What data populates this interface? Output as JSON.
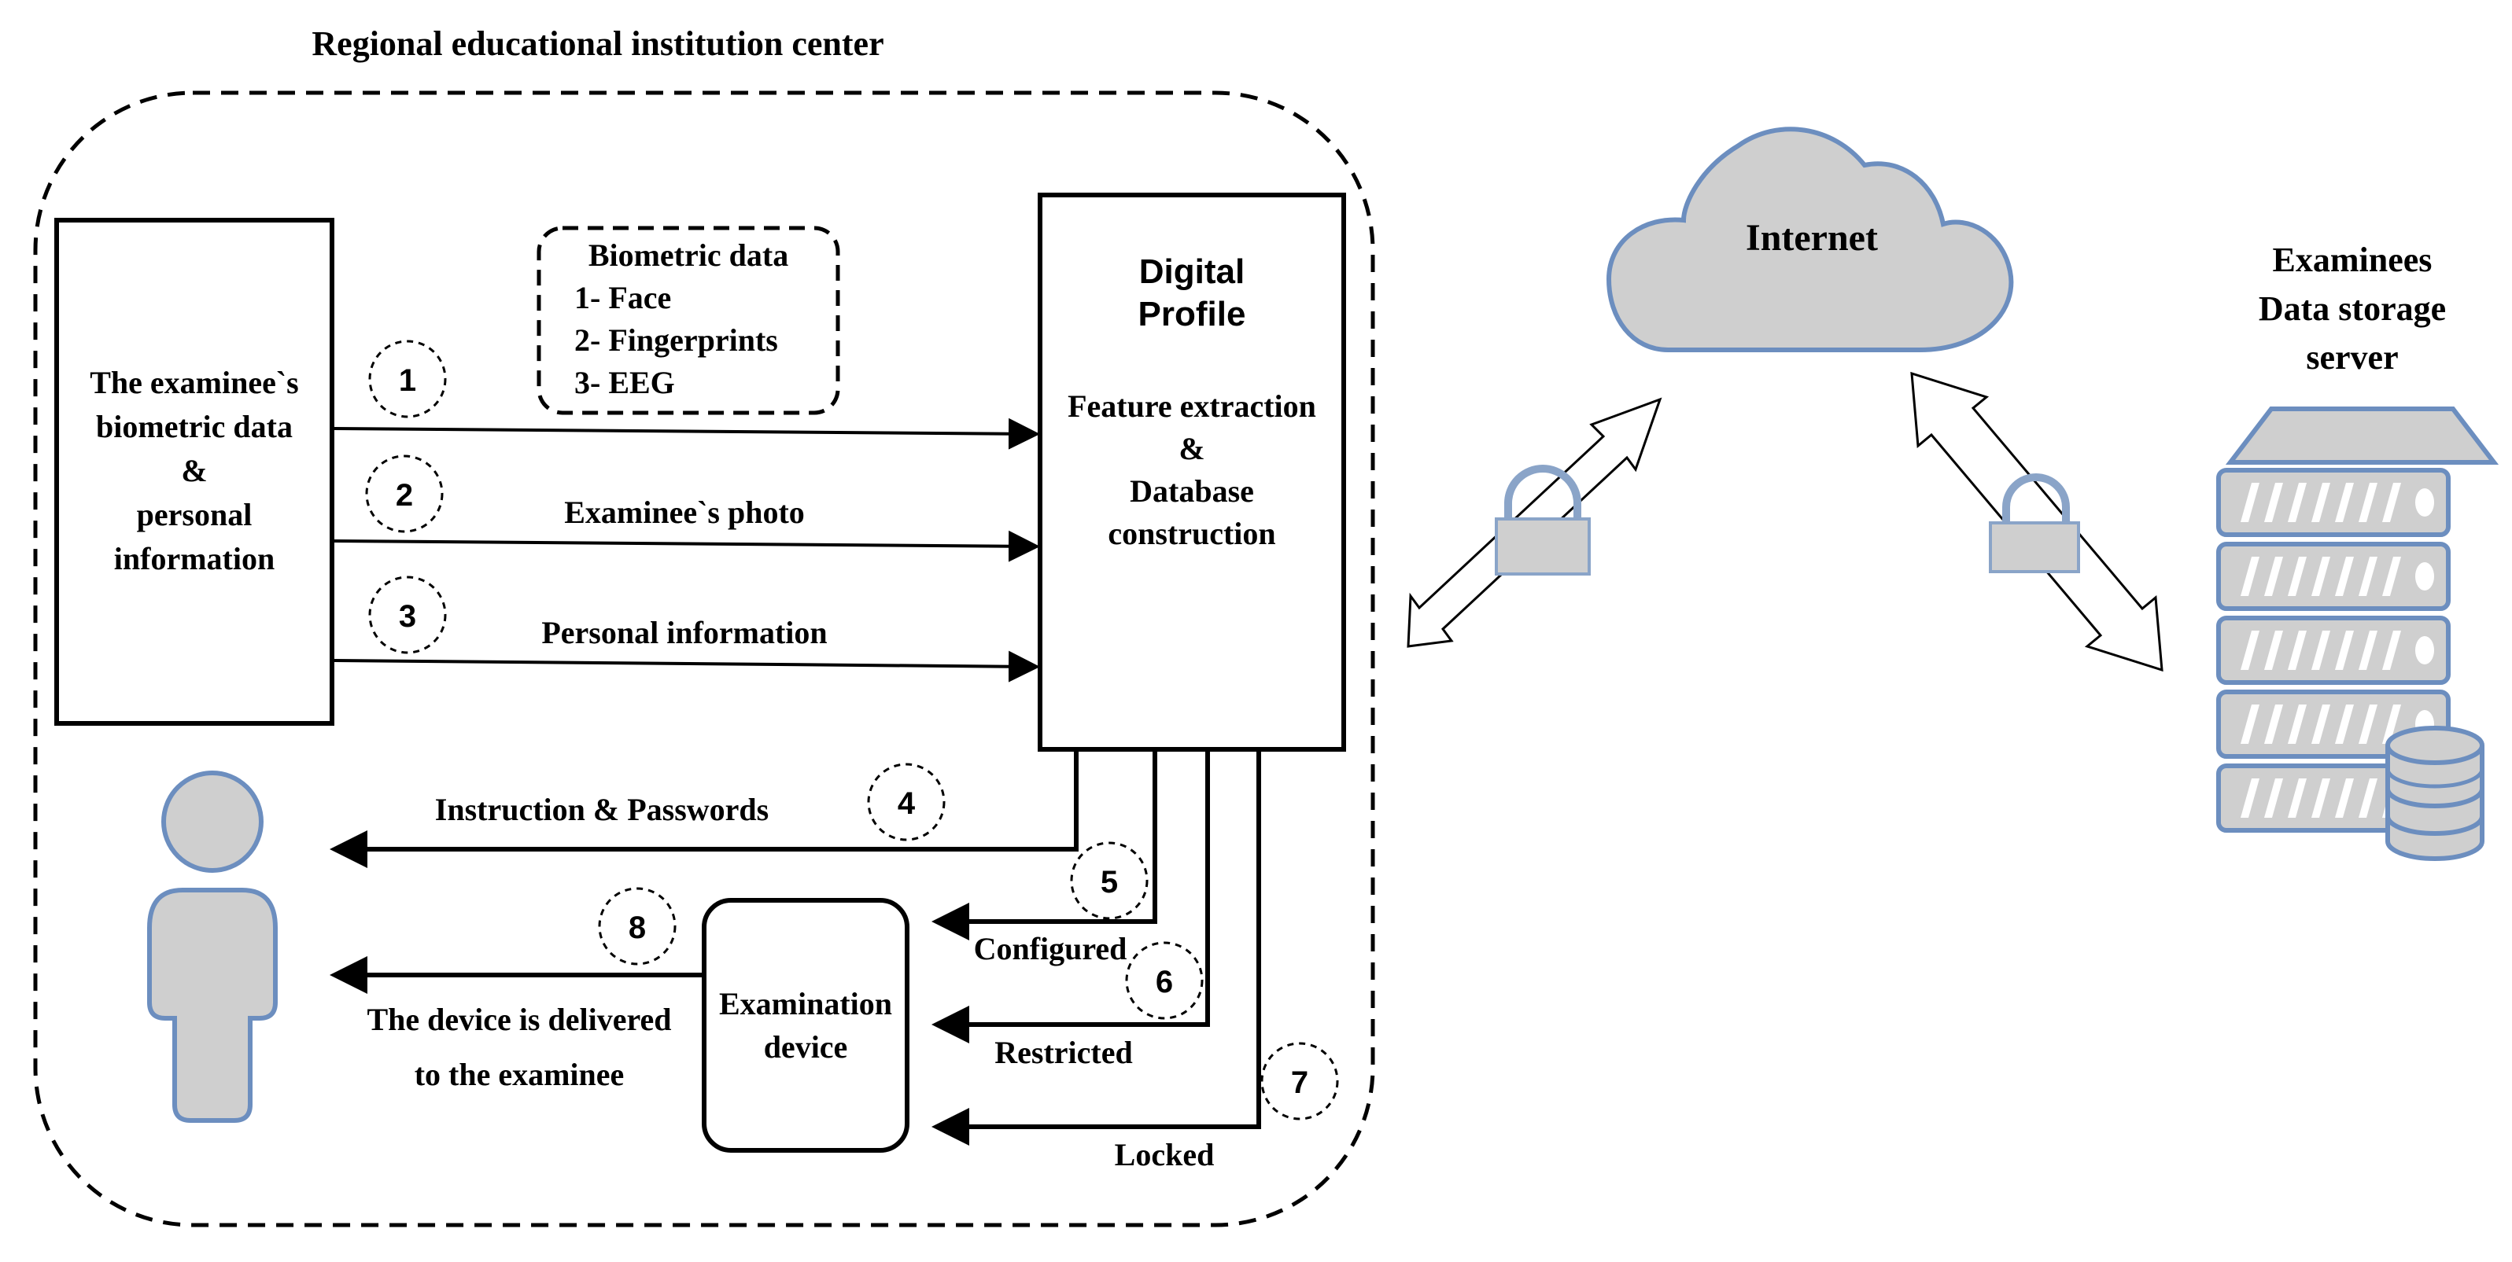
{
  "region_title": "Regional educational institution center",
  "examinee_box": {
    "lines": [
      "The examinee`s",
      "biometric data",
      "&",
      "personal",
      "information"
    ]
  },
  "biometric_note": {
    "lines": [
      "Biometric data",
      "1- Face",
      "2- Fingerprints",
      "3- EEG"
    ]
  },
  "digital_profile": {
    "title_lines": [
      "Digital",
      "Profile"
    ],
    "body_lines": [
      "Feature extraction",
      "&",
      "Database",
      "construction"
    ]
  },
  "arrows": {
    "photo_label": "Examinee`s photo",
    "personal_info_label": "Personal information",
    "instruction_label": "Instruction & Passwords",
    "configured_label": "Configured",
    "restricted_label": "Restricted",
    "locked_label": "Locked",
    "delivered_lines": [
      "The device is delivered",
      "to the examinee"
    ]
  },
  "steps": [
    "1",
    "2",
    "3",
    "4",
    "5",
    "6",
    "7",
    "8"
  ],
  "exam_device": {
    "lines": [
      "Examination",
      "device"
    ]
  },
  "internet": {
    "label": "Internet"
  },
  "server": {
    "title_lines": [
      "Examinees",
      "Data storage",
      "server"
    ]
  },
  "icons": {
    "person": "person-icon",
    "cloud": "cloud-icon",
    "lock": "lock-icon",
    "server": "server-rack-icon",
    "database": "database-icon"
  },
  "colors": {
    "icon_fill": "#cfcfcf",
    "icon_stroke": "#6c8ebf"
  }
}
